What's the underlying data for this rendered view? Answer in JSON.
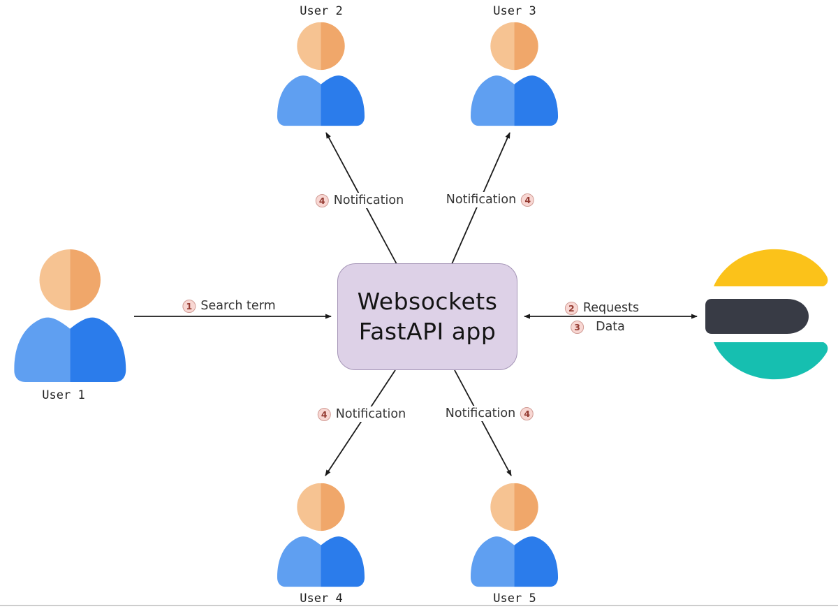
{
  "diagram": {
    "center_box": {
      "line1": "Websockets",
      "line2": "FastAPI app"
    },
    "users": [
      {
        "label": "User 1"
      },
      {
        "label": "User 2"
      },
      {
        "label": "User 3"
      },
      {
        "label": "User 4"
      },
      {
        "label": "User 5"
      }
    ],
    "edge_labels": {
      "search": {
        "badge": "1",
        "text": "Search term"
      },
      "requests": {
        "badge": "2",
        "text": "Requests"
      },
      "data": {
        "badge": "3",
        "text": "Data"
      },
      "notif_user2": {
        "badge": "4",
        "text": "Notification"
      },
      "notif_user3": {
        "badge": "4",
        "text": "Notification"
      },
      "notif_user4": {
        "badge": "4",
        "text": "Notification"
      },
      "notif_user5": {
        "badge": "4",
        "text": "Notification"
      }
    },
    "icons": {
      "user": "person-icon",
      "database": "elasticsearch-logo"
    },
    "colors": {
      "box-fill": "#DDD1E7",
      "box-border": "#A494B6",
      "badge-bg": "#F8D7D3",
      "badge-border": "#D09B94",
      "badge-text": "#943B32",
      "head-light": "#F6C392",
      "head-dark": "#F0A76A",
      "body-light": "#5F9FF1",
      "body-dark": "#2B7CEB",
      "elastic-yellow": "#FBC21A",
      "elastic-dark": "#383B45",
      "elastic-teal": "#16BFB0",
      "arrow": "#1A1A1A",
      "bottom-rule": "#CDCDCD"
    }
  }
}
